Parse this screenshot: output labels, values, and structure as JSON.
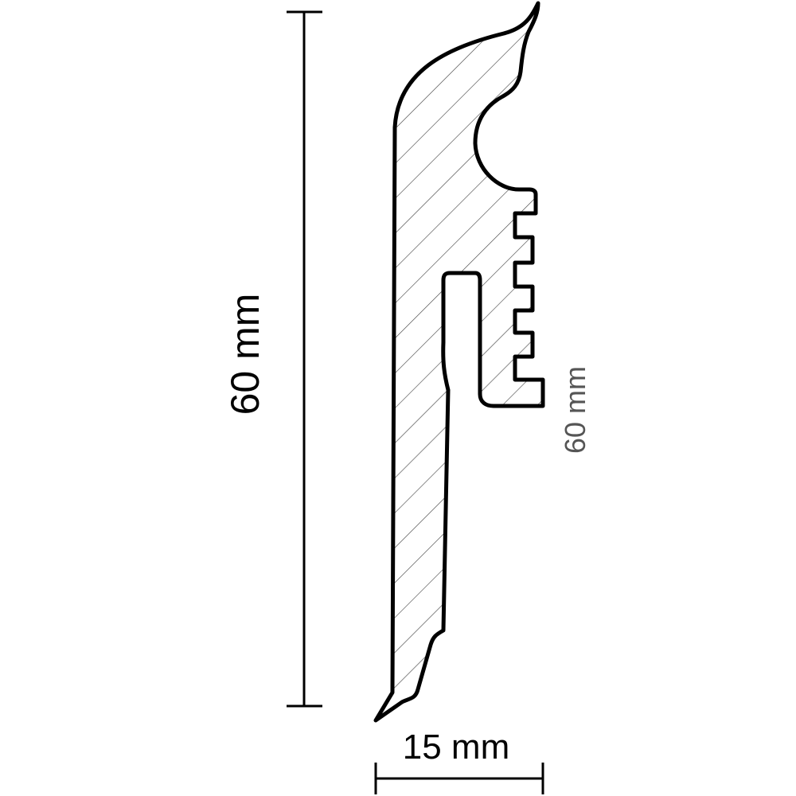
{
  "diagram": {
    "height_label": "60 mm",
    "width_label": "15 mm",
    "clip_label": "60 mm"
  },
  "colors": {
    "outline": "#000000",
    "hatch": "#444444",
    "secondary_text": "#555555"
  }
}
